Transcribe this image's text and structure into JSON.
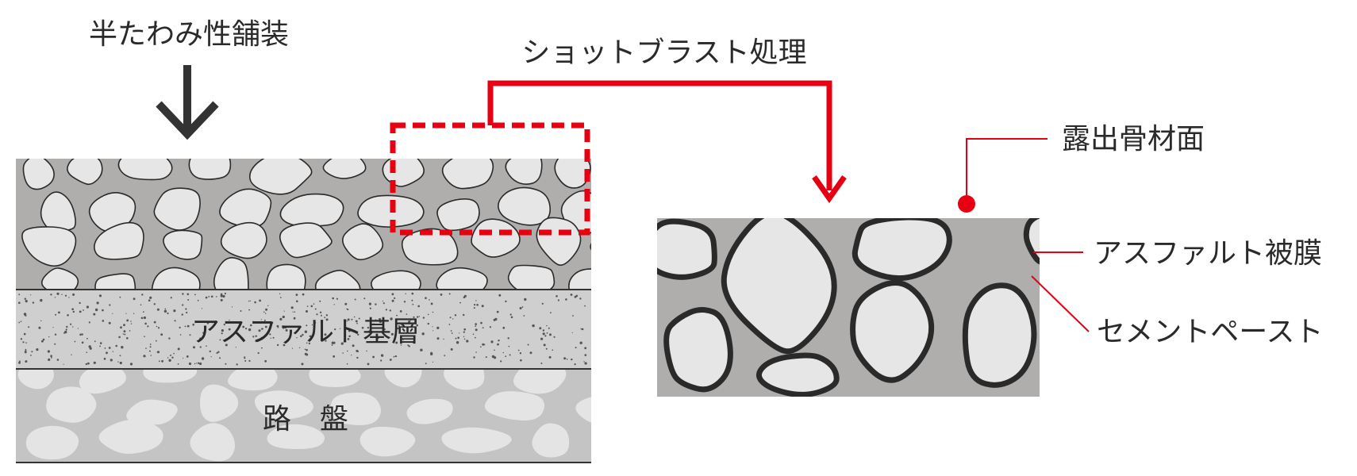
{
  "labels": {
    "semi_flexible_pavement": "半たわみ性舗装",
    "shot_blast": "ショットブラスト処理",
    "asphalt_base_layer": "アスファルト基層",
    "roadbed": "路　盤",
    "exposed_aggregate": "露出骨材面",
    "asphalt_film": "アスファルト被膜",
    "cement_paste": "セメントペースト"
  },
  "icons": {
    "down_arrow": "down-arrow-icon",
    "callout_dot": "callout-dot-icon"
  },
  "colors": {
    "accent_red": "#e60012",
    "paste_gray": "#b0aeac",
    "stone_fill": "#e6e6e6",
    "stone_stroke": "#2a2a2a",
    "base_layer": "#cfcfcf",
    "roadbed_bg": "#c4c4c4",
    "roadbed_stone": "#e4e4e4"
  }
}
